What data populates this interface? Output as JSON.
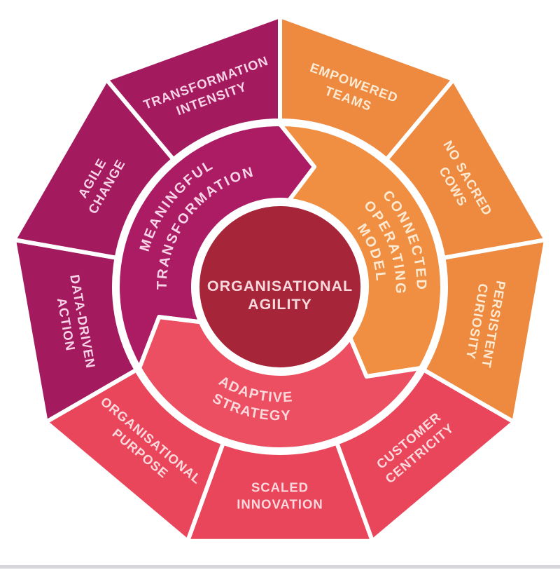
{
  "page": {
    "background": "#FFFFFF",
    "bottom_bar_color": "#D4D6D9"
  },
  "diagram": {
    "title": "Organisational Agility wheel",
    "center": {
      "id": "organisational-agility",
      "lines": [
        "ORGANISATIONAL",
        "AGILITY"
      ],
      "color": "#A72539",
      "text_color": "#F6D8DD"
    },
    "inner_ring": [
      {
        "id": "meaningful-transformation",
        "lines": [
          "MEANINGFUL",
          "TRANSFORMATION"
        ],
        "color": "#AB1C64",
        "text_color": "#F6D3E6"
      },
      {
        "id": "connected-operating-model",
        "lines": [
          "CONNECTED",
          "OPERATING",
          "MODEL"
        ],
        "color": "#F08F42",
        "text_color": "#FCEAD3"
      },
      {
        "id": "adaptive-strategy",
        "lines": [
          "ADAPTIVE",
          "STRATEGY"
        ],
        "color": "#EC4F61",
        "text_color": "#FBD9DC"
      }
    ],
    "outer_ring": [
      {
        "id": "transformation-intensity",
        "lines": [
          "TRANSFORMATION",
          "INTENSITY"
        ],
        "color": "#A41A5E",
        "text_color": "#F6D3E6"
      },
      {
        "id": "empowered-teams",
        "lines": [
          "EMPOWERED",
          "TEAMS"
        ],
        "color": "#EE8A40",
        "text_color": "#FCEAD3"
      },
      {
        "id": "no-sacred-cows",
        "lines": [
          "NO SACRED",
          "COWS"
        ],
        "color": "#EE8A40",
        "text_color": "#FCEAD3"
      },
      {
        "id": "persistent-curiosity",
        "lines": [
          "PERSISTENT",
          "CURIOSITY"
        ],
        "color": "#EE8A40",
        "text_color": "#FCEAD3"
      },
      {
        "id": "customer-centricity",
        "lines": [
          "CUSTOMER",
          "CENTRICITY"
        ],
        "color": "#E9455B",
        "text_color": "#FBD9DC"
      },
      {
        "id": "scaled-innovation",
        "lines": [
          "SCALED",
          "INNOVATION"
        ],
        "color": "#E9455B",
        "text_color": "#FBD9DC"
      },
      {
        "id": "organisational-purpose",
        "lines": [
          "ORGANISATIONAL",
          "PURPOSE"
        ],
        "color": "#E9455B",
        "text_color": "#FBD9DC"
      },
      {
        "id": "data-driven-action",
        "lines": [
          "DATA-DRIVEN",
          "ACTION"
        ],
        "color": "#A41A5E",
        "text_color": "#F6D3E6"
      },
      {
        "id": "agile-change",
        "lines": [
          "AGILE",
          "CHANGE"
        ],
        "color": "#A41A5E",
        "text_color": "#F6D3E6"
      }
    ]
  }
}
